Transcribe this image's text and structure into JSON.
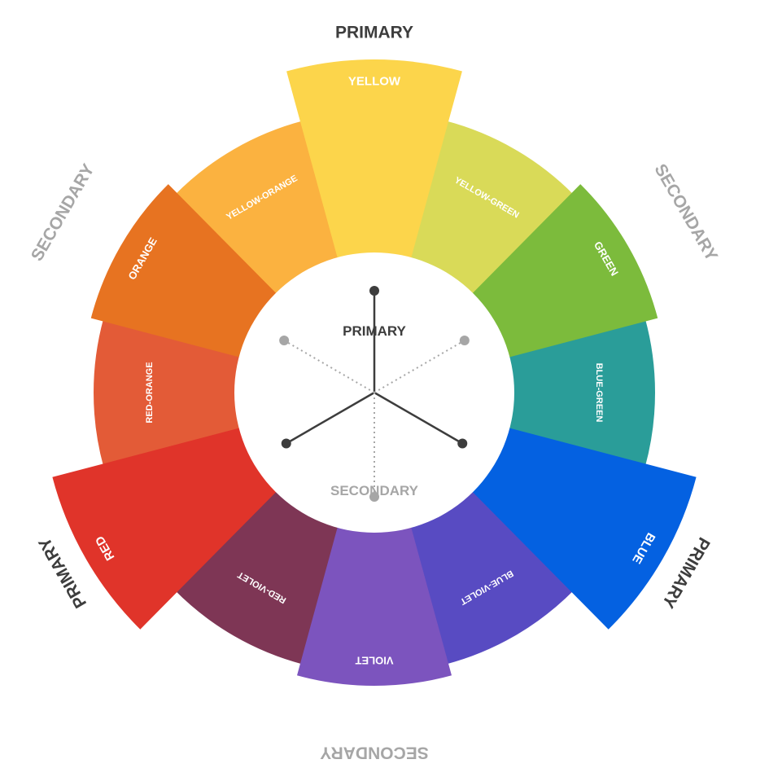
{
  "hub": {
    "primary_label": "PRIMARY",
    "secondary_label": "SECONDARY",
    "primary_color": "#3d3d3d",
    "secondary_color": "#a6a6a6"
  },
  "segments": [
    {
      "key": "yellow",
      "label": "YELLOW",
      "color": "#fcd54b",
      "kind": "primary"
    },
    {
      "key": "yellow-green",
      "label": "YELLOW-GREEN",
      "color": "#d9da58",
      "kind": "tertiary"
    },
    {
      "key": "green",
      "label": "GREEN",
      "color": "#7cbb3c",
      "kind": "secondary"
    },
    {
      "key": "blue-green",
      "label": "BLUE-GREEN",
      "color": "#2a9d99",
      "kind": "tertiary"
    },
    {
      "key": "blue",
      "label": "BLUE",
      "color": "#0461e1",
      "kind": "primary"
    },
    {
      "key": "blue-violet",
      "label": "BLUE-VIOLET",
      "color": "#584bc2",
      "kind": "tertiary"
    },
    {
      "key": "violet",
      "label": "VIOLET",
      "color": "#7c54be",
      "kind": "secondary"
    },
    {
      "key": "red-violet",
      "label": "RED-VIOLET",
      "color": "#7e3655",
      "kind": "tertiary"
    },
    {
      "key": "red",
      "label": "RED",
      "color": "#e0342a",
      "kind": "primary"
    },
    {
      "key": "red-orange",
      "label": "RED-ORANGE",
      "color": "#e35b37",
      "kind": "tertiary"
    },
    {
      "key": "orange",
      "label": "ORANGE",
      "color": "#e77321",
      "kind": "secondary"
    },
    {
      "key": "yellow-orange",
      "label": "YELLOW-ORANGE",
      "color": "#fbb240",
      "kind": "tertiary"
    }
  ],
  "outer_labels": [
    {
      "key": "yellow",
      "text": "PRIMARY",
      "color": "#3d3d3d"
    },
    {
      "key": "green",
      "text": "SECONDARY",
      "color": "#a6a6a6"
    },
    {
      "key": "blue",
      "text": "PRIMARY",
      "color": "#3d3d3d"
    },
    {
      "key": "violet",
      "text": "SECONDARY",
      "color": "#a6a6a6"
    },
    {
      "key": "red",
      "text": "PRIMARY",
      "color": "#3d3d3d"
    },
    {
      "key": "orange",
      "text": "SECONDARY",
      "color": "#a6a6a6"
    }
  ]
}
